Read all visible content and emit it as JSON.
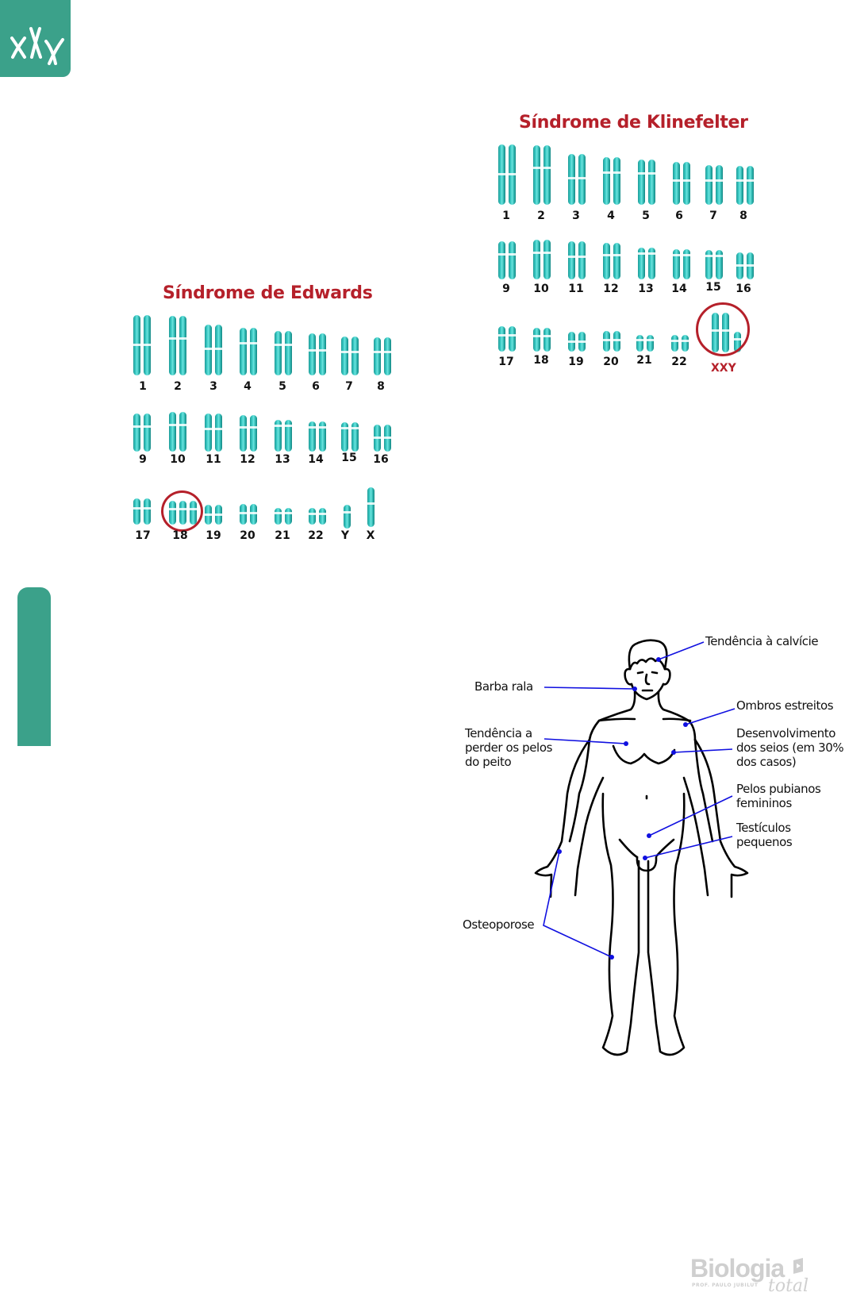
{
  "page": {
    "colors": {
      "accent": "#3ba18a",
      "title_red": "#b5202a",
      "chromosome": "#2fc0ba",
      "callout_line": "#1010e0"
    },
    "corner_icon": "chromosomes-xxy-icon"
  },
  "edwards": {
    "title": "Síndrome de Edwards",
    "rows": [
      {
        "labels": [
          "1",
          "2",
          "3",
          "4",
          "5",
          "6",
          "7",
          "8"
        ]
      },
      {
        "labels": [
          "9",
          "10",
          "11",
          "12",
          "13",
          "14",
          "15",
          "16"
        ]
      },
      {
        "labels": [
          "17",
          "18",
          "19",
          "20",
          "21",
          "22",
          "Y",
          "X"
        ]
      }
    ],
    "highlight": "18",
    "highlight_note": "trisomy 18"
  },
  "klinefelter": {
    "title": "Síndrome de Klinefelter",
    "rows": [
      {
        "labels": [
          "1",
          "2",
          "3",
          "4",
          "5",
          "6",
          "7",
          "8"
        ]
      },
      {
        "labels": [
          "9",
          "10",
          "11",
          "12",
          "13",
          "14",
          "15",
          "16"
        ]
      },
      {
        "labels": [
          "17",
          "18",
          "19",
          "20",
          "21",
          "22",
          "XXY"
        ]
      }
    ],
    "highlight": "XXY"
  },
  "body_diagram": {
    "callouts": [
      {
        "id": "calvicie",
        "text": [
          "Tendência à calvície"
        ]
      },
      {
        "id": "barba",
        "text": [
          "Barba rala"
        ]
      },
      {
        "id": "ombros",
        "text": [
          "Ombros estreitos"
        ]
      },
      {
        "id": "pelos-peito",
        "text": [
          "Tendência a",
          "perder os pelos",
          "do peito"
        ]
      },
      {
        "id": "seios",
        "text": [
          "Desenvolvimento",
          "dos seios (em 30%",
          "dos casos)"
        ]
      },
      {
        "id": "pubianos",
        "text": [
          "Pelos pubianos",
          "femininos"
        ]
      },
      {
        "id": "testiculos",
        "text": [
          "Testículos",
          "pequenos"
        ]
      },
      {
        "id": "osteoporose",
        "text": [
          "Osteoporose"
        ]
      }
    ]
  },
  "footer": {
    "logo_main": "Biologia",
    "logo_sub": "PROF. PAULO JUBILUT",
    "logo_script": "total"
  }
}
